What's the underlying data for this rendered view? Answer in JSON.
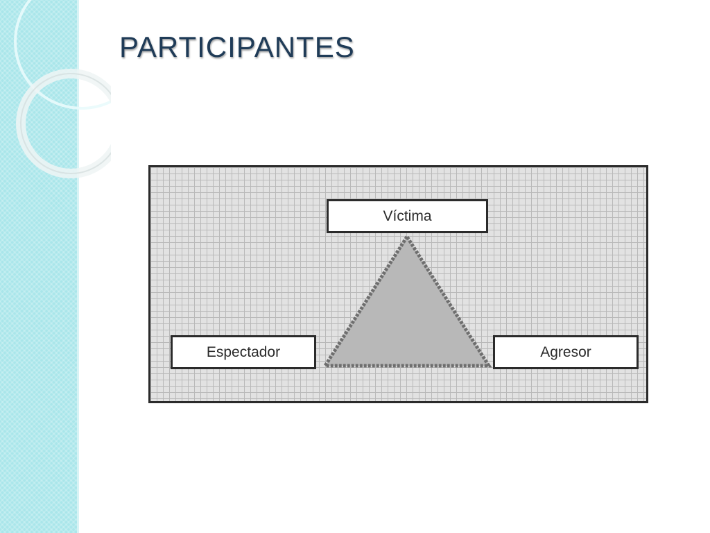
{
  "slide": {
    "title": "PARTICIPANTES"
  },
  "diagram": {
    "top_label": "Víctima",
    "left_label": "Espectador",
    "right_label": "Agresor"
  },
  "colors": {
    "side_band": "#a9e6ea",
    "title_text": "#1f3b57",
    "diagram_background": "#e2e2e2",
    "grid_line": "#b9b9b9",
    "triangle_fill": "#b8b8b8",
    "border": "#2b2b2b"
  }
}
